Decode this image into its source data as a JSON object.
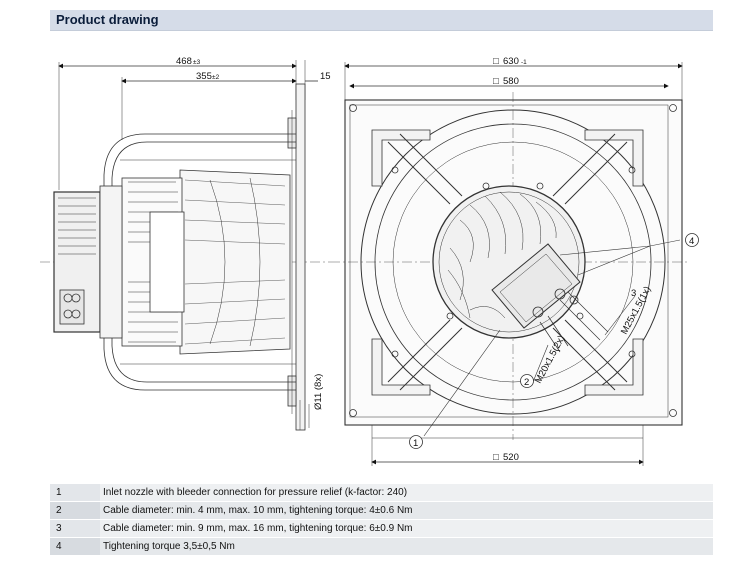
{
  "header": {
    "title": "Product drawing"
  },
  "side_view": {
    "dim_overall": "468",
    "dim_overall_tol": "±3",
    "dim_depth": "355",
    "dim_depth_tol": "±2",
    "dim_flange": "15",
    "dim_holes": "Ø11 (8x)"
  },
  "front_view": {
    "dim_top_sym": "□",
    "dim_top": "630",
    "dim_top_tol": "-1",
    "dim_mid_sym": "□",
    "dim_mid": "580",
    "dim_bot_sym": "□",
    "dim_bot": "520",
    "label_m20": "M20x1.5(2x)",
    "label_m25": "M25x1.5(1x)",
    "callout_1": "1",
    "callout_2": "2",
    "callout_3": "3",
    "callout_4": "4"
  },
  "legend": [
    {
      "num": "1",
      "text": "Inlet nozzle with bleeder connection for pressure relief (k-factor: 240)"
    },
    {
      "num": "2",
      "text": "Cable diameter: min. 4 mm, max. 10 mm, tightening torque: 4±0.6 Nm"
    },
    {
      "num": "3",
      "text": "Cable diameter: min. 9 mm, max. 16 mm, tightening torque: 6±0.9 Nm"
    },
    {
      "num": "4",
      "text": "Tightening torque 3,5±0,5 Nm"
    }
  ]
}
